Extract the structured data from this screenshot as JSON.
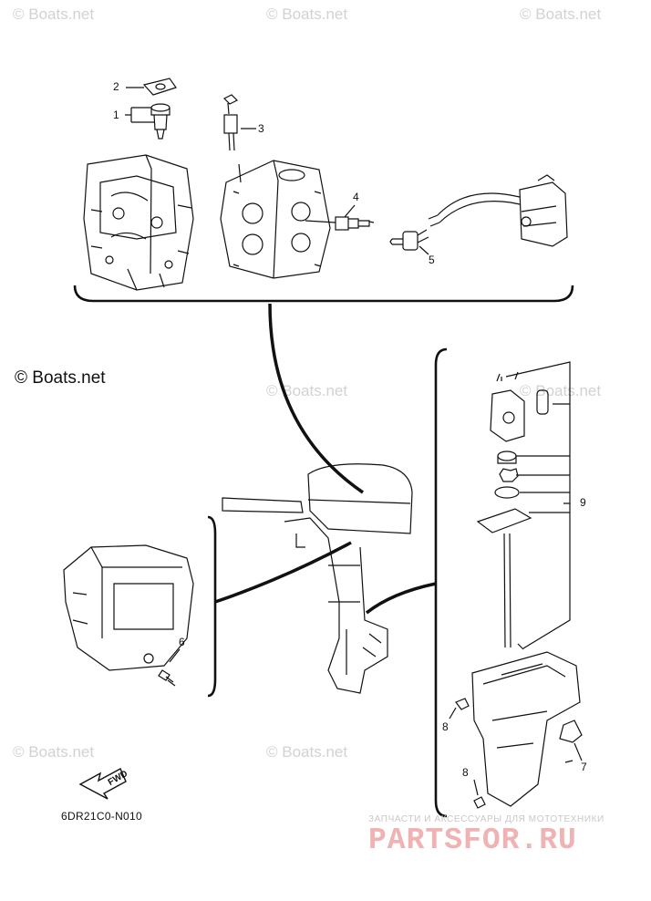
{
  "watermarks": [
    "© Boats.net",
    "© Boats.net",
    "© Boats.net",
    "© Boats.net",
    "© Boats.net",
    "© Boats.net",
    "© Boats.net"
  ],
  "copyright": "© Boats.net",
  "callouts": [
    "1",
    "2",
    "3",
    "4",
    "5",
    "6",
    "7",
    "8",
    "8",
    "9"
  ],
  "fwd_label": "FWD",
  "diagram_code": "6DR21C0-N010",
  "brand": {
    "tagline": "ЗАПЧАСТИ И АКСЕССУАРЫ ДЛЯ МОТОТЕХНИКИ",
    "name": "PARTSFOR.RU"
  },
  "colors": {
    "line": "#111111",
    "watermark": "#d2d2d2",
    "brand": "#f0b3b3"
  }
}
